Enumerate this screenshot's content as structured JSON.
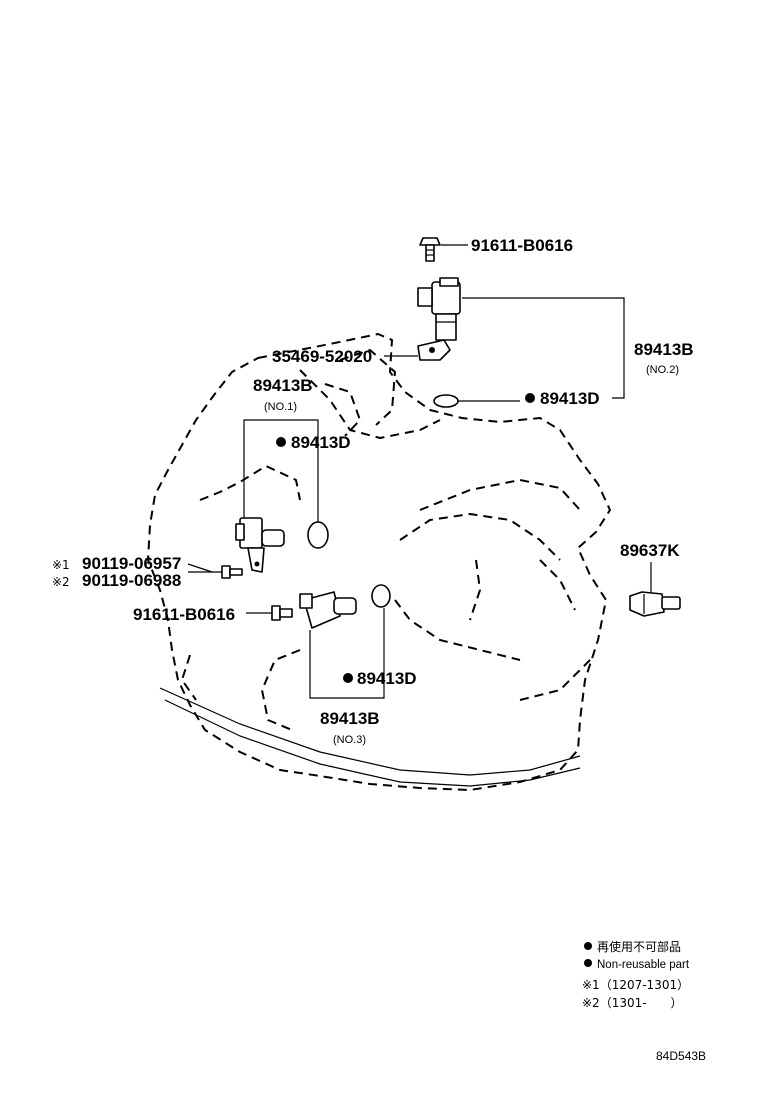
{
  "callouts": {
    "bolt_top": "91611-B0616",
    "bracket": "35469-52020",
    "sensor_no2": "89413B",
    "sensor_no2_sub": "(NO.2)",
    "oring_no2": "89413D",
    "sensor_no1": "89413B",
    "sensor_no1_sub": "(NO.1)",
    "oring_no1": "89413D",
    "bolt_a_mark": "※1",
    "bolt_a": "90119-06957",
    "bolt_b_mark": "※2",
    "bolt_b": "90119-06988",
    "bolt_lower": "91611-B0616",
    "switch": "89637K",
    "oring_no3": "89413D",
    "sensor_no3": "89413B",
    "sensor_no3_sub": "(NO.3)"
  },
  "legend": {
    "line1": "再使用不可部品",
    "line2": "Non-reusable part",
    "line3": "※1（1207-1301）",
    "line4": "※2（1301-　　）"
  },
  "figure_id": "84D543B"
}
